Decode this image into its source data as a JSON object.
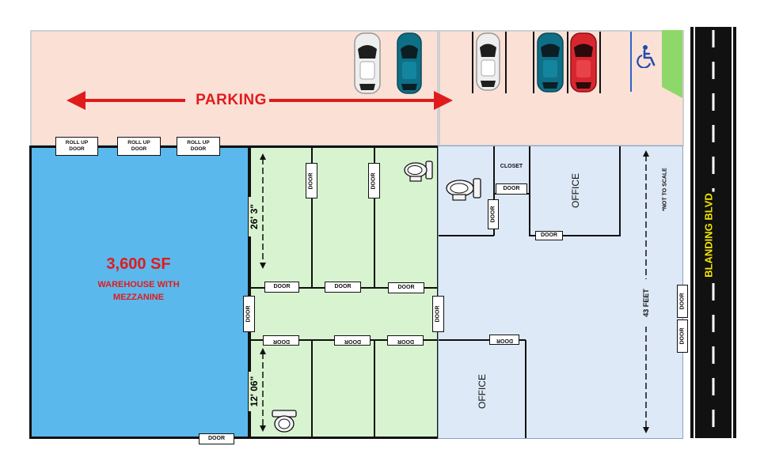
{
  "parking": {
    "label": "PARKING"
  },
  "warehouse": {
    "area": "3,600 SF",
    "description_line1": "WAREHOUSE WITH",
    "description_line2": "MEZZANINE"
  },
  "doors": {
    "rollup1": "ROLL UP DOOR",
    "rollup2": "ROLL UP DOOR",
    "rollup3": "ROLL UP DOOR",
    "label": "DOOR"
  },
  "dimensions": {
    "upper_depth": "26' 3\"",
    "lower_depth": "12' 06\"",
    "building_depth": "43 FEET"
  },
  "rooms": {
    "closet": "CLOSET",
    "office_upper": "OFFICE",
    "office_lower": "OFFICE"
  },
  "notes": {
    "scale": "*NOT TO SCALE"
  },
  "road": {
    "name": "BLANDING BLVD"
  },
  "colors": {
    "warehouse": "#5bb8ec",
    "green_rooms": "#d8f3d0",
    "office": "#dde9f7",
    "parking": "#fbe0d6",
    "arrow": "#e01b1b"
  },
  "icons": [
    "accessible-parking-icon",
    "toilet-icon",
    "car-icon"
  ]
}
